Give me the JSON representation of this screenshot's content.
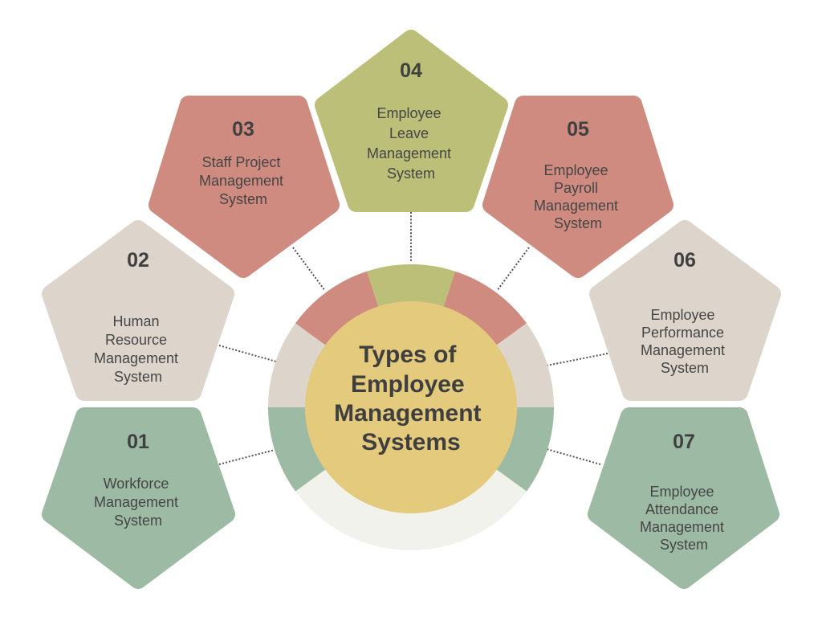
{
  "title": {
    "lines": [
      "Types of",
      "Employee",
      "Management",
      "Systems"
    ]
  },
  "colors": {
    "green": "#9dbba4",
    "beige": "#ddd5cc",
    "red": "#cf8b7f",
    "olive": "#bcbf78",
    "center": "#e4ca7c",
    "ring_bottom": "#f1f2ec",
    "text": "#404040",
    "connector": "#555555"
  },
  "items": [
    {
      "number": "01",
      "label_lines": [
        "Workforce",
        "Management",
        "System"
      ],
      "color": "green",
      "orientation": "point-down"
    },
    {
      "number": "02",
      "label_lines": [
        "Human",
        "Resource",
        "Management",
        "System"
      ],
      "color": "beige",
      "orientation": "point-up"
    },
    {
      "number": "03",
      "label_lines": [
        "Staff Project",
        "Management",
        "System"
      ],
      "color": "red",
      "orientation": "point-down"
    },
    {
      "number": "04",
      "label_lines": [
        "Employee",
        "Leave",
        "Management",
        "System"
      ],
      "color": "olive",
      "orientation": "point-up"
    },
    {
      "number": "05",
      "label_lines": [
        "Employee",
        "Payroll",
        "Management",
        "System"
      ],
      "color": "red",
      "orientation": "point-down"
    },
    {
      "number": "06",
      "label_lines": [
        "Employee",
        "Performance",
        "Management",
        "System"
      ],
      "color": "beige",
      "orientation": "point-up"
    },
    {
      "number": "07",
      "label_lines": [
        "Employee",
        "Attendance",
        "Management",
        "System"
      ],
      "color": "green",
      "orientation": "point-down"
    }
  ],
  "ring_segments": [
    {
      "from_deg": -18,
      "to_deg": 18,
      "color": "olive"
    },
    {
      "from_deg": 18,
      "to_deg": 54,
      "color": "red"
    },
    {
      "from_deg": 54,
      "to_deg": 90,
      "color": "beige"
    },
    {
      "from_deg": 90,
      "to_deg": 126,
      "color": "green"
    },
    {
      "from_deg": 126,
      "to_deg": 234,
      "color": "ring_bottom"
    },
    {
      "from_deg": 234,
      "to_deg": 270,
      "color": "green"
    },
    {
      "from_deg": 270,
      "to_deg": 306,
      "color": "beige"
    },
    {
      "from_deg": 306,
      "to_deg": 342,
      "color": "red"
    }
  ]
}
